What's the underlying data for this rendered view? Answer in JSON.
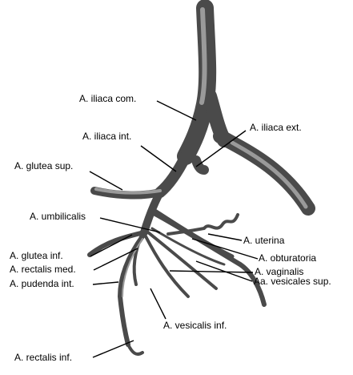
{
  "labels": {
    "iliaca_com": "A. iliaca com.",
    "iliaca_int": "A. iliaca int.",
    "iliaca_ext": "A. iliaca ext.",
    "glutea_sup": "A. glutea sup.",
    "umbilicalis": "A. umbilicalis",
    "uterina": "A. uterina",
    "glutea_inf": "A. glutea inf.",
    "obturatoria": "A. obturatoria",
    "rectalis_med": "A. rectalis med.",
    "vaginalis": "A. vaginalis",
    "vesicales_sup": "Aa. vesicales sup.",
    "pudenda_int": "A. pudenda int.",
    "vesicalis_inf": "A. vesicalis inf.",
    "rectalis_inf": "A. rectalis inf."
  }
}
